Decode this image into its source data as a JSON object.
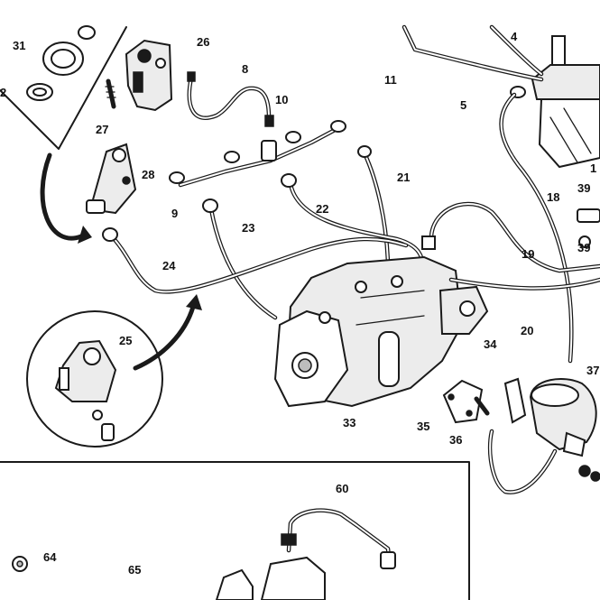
{
  "parts": {
    "p31": "31",
    "p2": "2",
    "p27": "27",
    "p26": "26",
    "p28": "28",
    "p8": "8",
    "p10": "10",
    "p11": "11",
    "p9": "9",
    "p21": "21",
    "p22": "22",
    "p23": "23",
    "p24": "24",
    "p25": "25",
    "p33": "33",
    "p34": "34",
    "p35": "35",
    "p36": "36",
    "p4": "4",
    "p5": "5",
    "p1": "1",
    "p18": "18",
    "p19": "19",
    "p20": "20",
    "p39a": "39",
    "p39b": "39",
    "p37": "37",
    "p60": "60",
    "p64": "64",
    "p65": "65"
  }
}
